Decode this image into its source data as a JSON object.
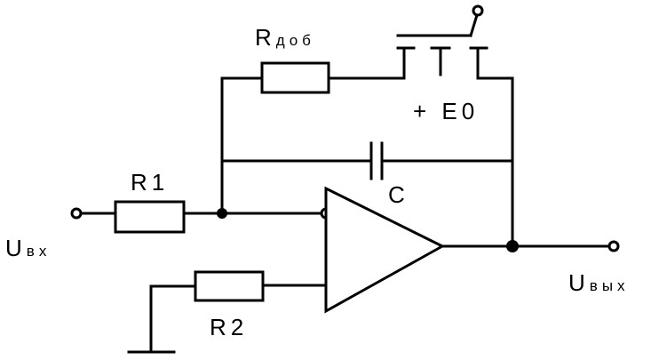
{
  "labels": {
    "r_add": {
      "main": "R",
      "sub": "доб"
    },
    "r1": "R1",
    "r2": "R2",
    "capacitor": "C",
    "source": "+ E0",
    "u_in": {
      "main": "U",
      "sub": "вх"
    },
    "u_out": {
      "main": "U",
      "sub": "вых"
    }
  }
}
